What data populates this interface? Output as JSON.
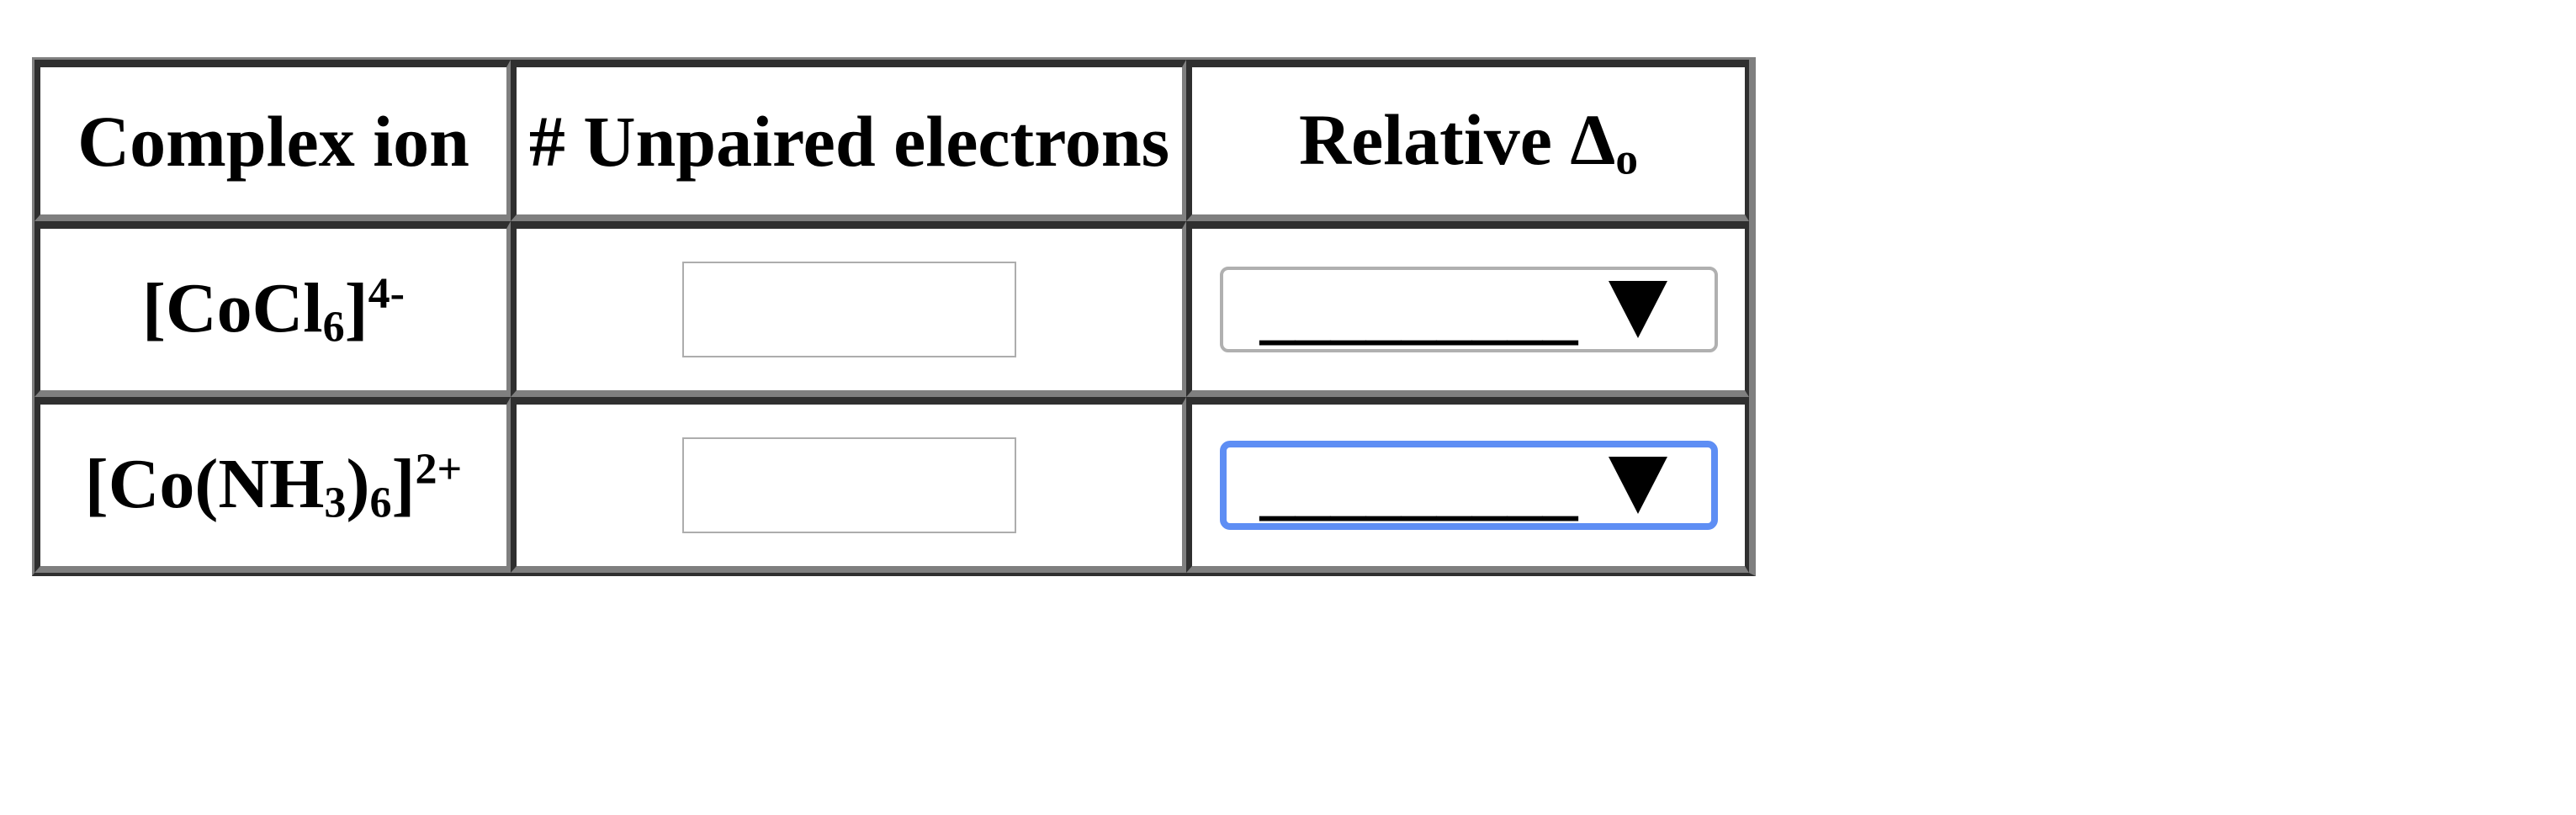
{
  "table": {
    "headers": [
      {
        "label": "Complex ion"
      },
      {
        "label": "# Unpaired electrons"
      },
      {
        "segments": [
          {
            "text": "Relative Δ",
            "style": "base"
          },
          {
            "text": "o",
            "style": "sub"
          }
        ]
      }
    ],
    "rows": [
      {
        "formula": [
          {
            "text": "[CoCl",
            "style": "base"
          },
          {
            "text": "6",
            "style": "sub"
          },
          {
            "text": "]",
            "style": "base"
          },
          {
            "text": "4-",
            "style": "sup"
          }
        ],
        "input_value": "",
        "select_placeholder": "_________",
        "select_state": "default"
      },
      {
        "formula": [
          {
            "text": "[Co(NH",
            "style": "base"
          },
          {
            "text": "3",
            "style": "sub"
          },
          {
            "text": ")",
            "style": "base"
          },
          {
            "text": "6",
            "style": "sub"
          },
          {
            "text": "]",
            "style": "base"
          },
          {
            "text": "2+",
            "style": "sup"
          }
        ],
        "input_value": "",
        "select_placeholder": "_________",
        "select_state": "focused"
      }
    ]
  },
  "icons": {
    "dropdown_arrow": "triangle-down"
  },
  "colors": {
    "background": "#ffffff",
    "text": "#000000",
    "table_border_dark": "#2f2f2f",
    "table_border_light": "#7f7f7f",
    "input_border": "#adadad",
    "select_border": "#b0b0b0",
    "focus_border": "#5e8ef4"
  }
}
